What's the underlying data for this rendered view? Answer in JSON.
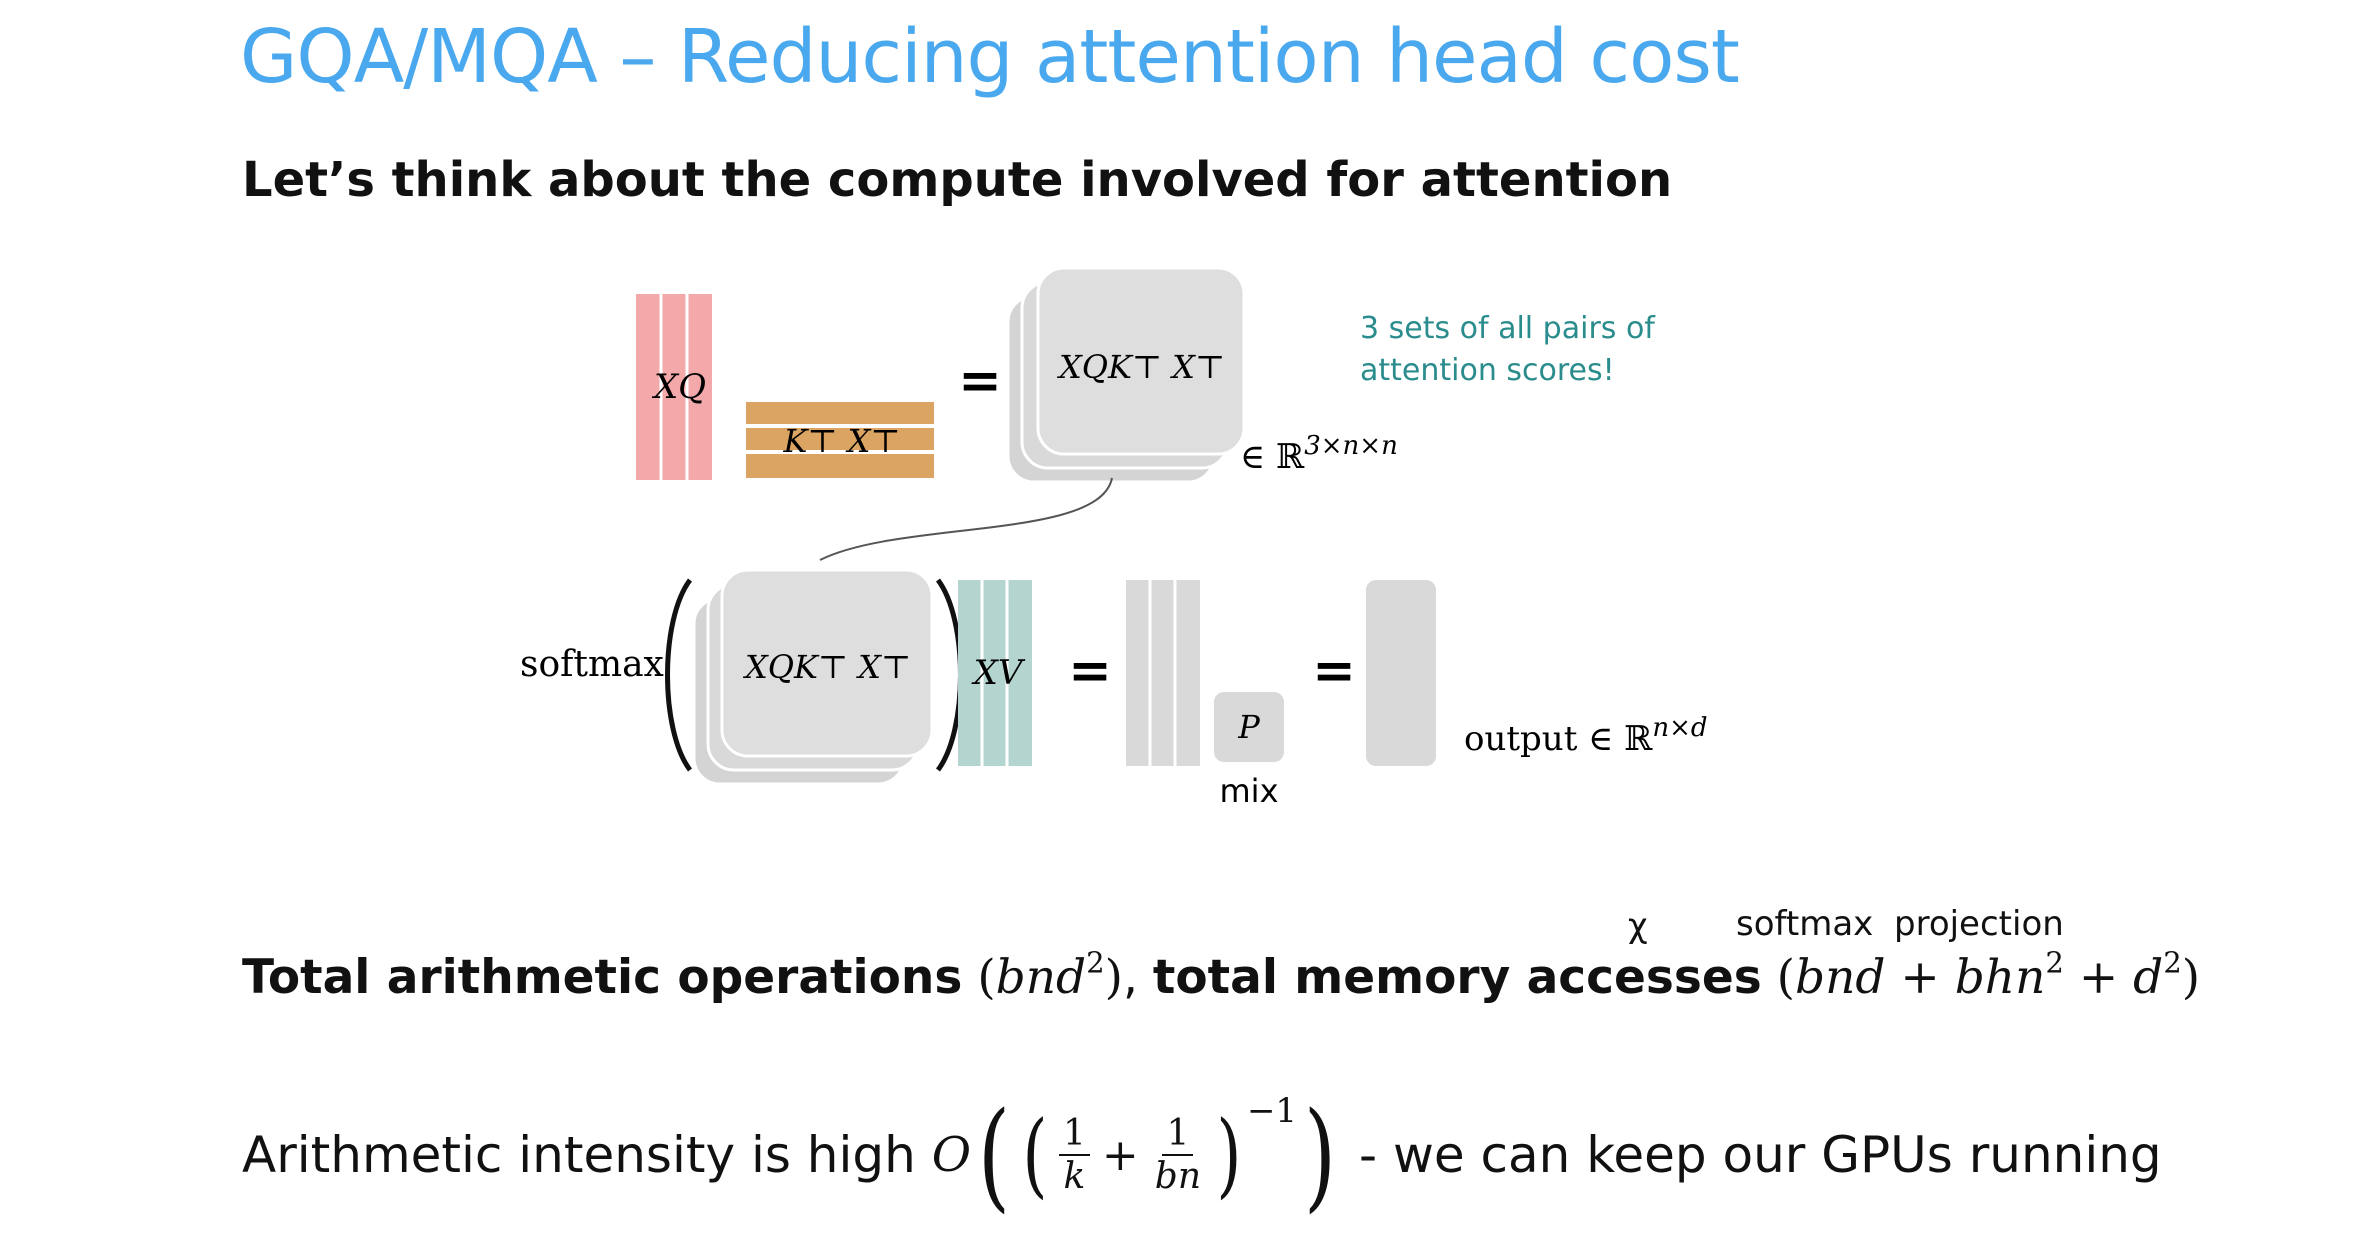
{
  "title": "GQA/MQA – Reducing attention head cost",
  "subtitle": "Let’s think about the compute involved for attention",
  "diagram": {
    "xq_label": "XQ",
    "kt_label": "K⊤ X⊤",
    "equals": "=",
    "scores_label": "XQK⊤ X⊤",
    "scores_annotation_line1": "3 sets of all pairs of",
    "scores_annotation_line2": "attention scores!",
    "scores_space": "∈ ℝ",
    "scores_space_sup": "3×n×n",
    "softmax_label": "softmax",
    "softmax_inner_label": "XQK⊤ X⊤",
    "xv_label": "XV",
    "p_label": "P",
    "mix_label": "mix",
    "output_label": "output ∈ ℝ",
    "output_sup": "n×d"
  },
  "annotations": {
    "chi": "χ",
    "softmax": "softmax",
    "projection": "projection"
  },
  "ops_line": {
    "arith_label": "Total arithmetic operations",
    "arith_expr_open": "(",
    "arith_expr": "bnd",
    "arith_sup": "2",
    "arith_expr_close": ")",
    "comma": ", ",
    "mem_label": "total memory accesses",
    "mem_expr_open": "(",
    "mem_term1": "bnd",
    "plus1": " + ",
    "mem_term2": "bhn",
    "mem_term2_sup": "2",
    "plus2": " + ",
    "mem_term3": "d",
    "mem_term3_sup": "2",
    "mem_expr_close": ")"
  },
  "intensity_line": {
    "prefix": "Arithmetic intensity is high ",
    "big_o": "O",
    "open_big": "(",
    "open_small": "(",
    "frac1_num": "1",
    "frac1_den": "k",
    "plus": "+",
    "frac2_num": "1",
    "frac2_den": "bn",
    "close_small": ")",
    "exponent": "−1",
    "close_big": ")",
    "suffix": " - we can keep our GPUs running"
  },
  "colors": {
    "title": "#4aa8ee",
    "xq_fill": "#f3a8aa",
    "kt_fill": "#dca463",
    "xv_fill": "#b4d5cf",
    "gray_fill": "#d9d9d9",
    "annotation_text": "#2a8c8c"
  }
}
